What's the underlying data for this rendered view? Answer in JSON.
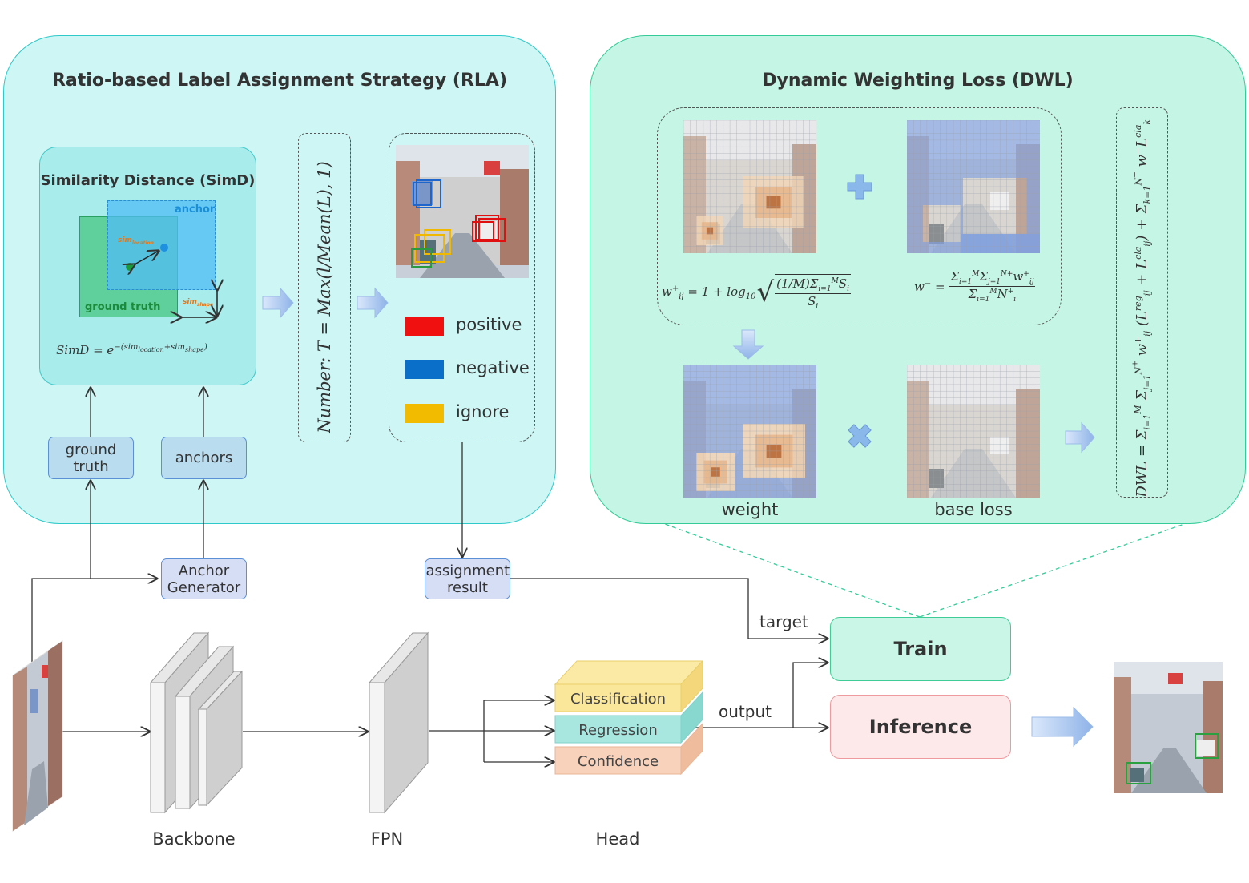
{
  "rla": {
    "title": "Ratio-based Label Assignment Strategy (RLA)",
    "simd": {
      "title": "Similarity Distance (SimD)",
      "anchor_label": "anchor",
      "gt_label": "ground truth",
      "sim_location": "sim",
      "sim_location_sub": "location",
      "sim_shape": "sim",
      "sim_shape_sub": "shape",
      "formula": "SimD = e^-(sim_location + sim_shape)"
    },
    "number_formula": "Number: T = Max(l/Mean(L), 1)",
    "legend": [
      {
        "label": "positive",
        "color": "#f01010"
      },
      {
        "label": "negative",
        "color": "#0a6fc8"
      },
      {
        "label": "ignore",
        "color": "#f2bb00"
      }
    ],
    "gt_node": "ground truth",
    "anchors_node": "anchors"
  },
  "dwl": {
    "title": "Dynamic Weighting Loss (DWL)",
    "w_plus_formula": "w+ij = 1 + log10 sqrt( (1/M) Σ_{i=1}^{M} S_i / S_i )",
    "w_minus_formula": "w− = Σ_{i=1}^{M} Σ_{j=1}^{N+i} w+ij / Σ_{i=1}^{M} N+i",
    "weight_label": "weight",
    "base_loss_label": "base loss",
    "total_formula": "DWL = Σ_{i=1}^{M} Σ_{j=1}^{N+i} w+ij (L_reg_ij + L_cla_ij) + Σ_{k=1}^{N−} w− L_cla_k"
  },
  "pipeline": {
    "anchor_generator": "Anchor Generator",
    "assignment_result": "assignment result",
    "target_label": "target",
    "output_label": "output",
    "train": "Train",
    "inference": "Inference",
    "backbone": "Backbone",
    "fpn": "FPN",
    "head": "Head",
    "head_layers": [
      "Classification",
      "Regression",
      "Confidence"
    ]
  },
  "colors": {
    "rla_panel": "#cdf6f4",
    "dwl_panel": "#c5f5e4",
    "positive": "#f01010",
    "negative": "#0a6fc8",
    "ignore": "#f2bb00",
    "train_fill": "#c9f6e6",
    "inference_fill": "#fde8ea"
  }
}
